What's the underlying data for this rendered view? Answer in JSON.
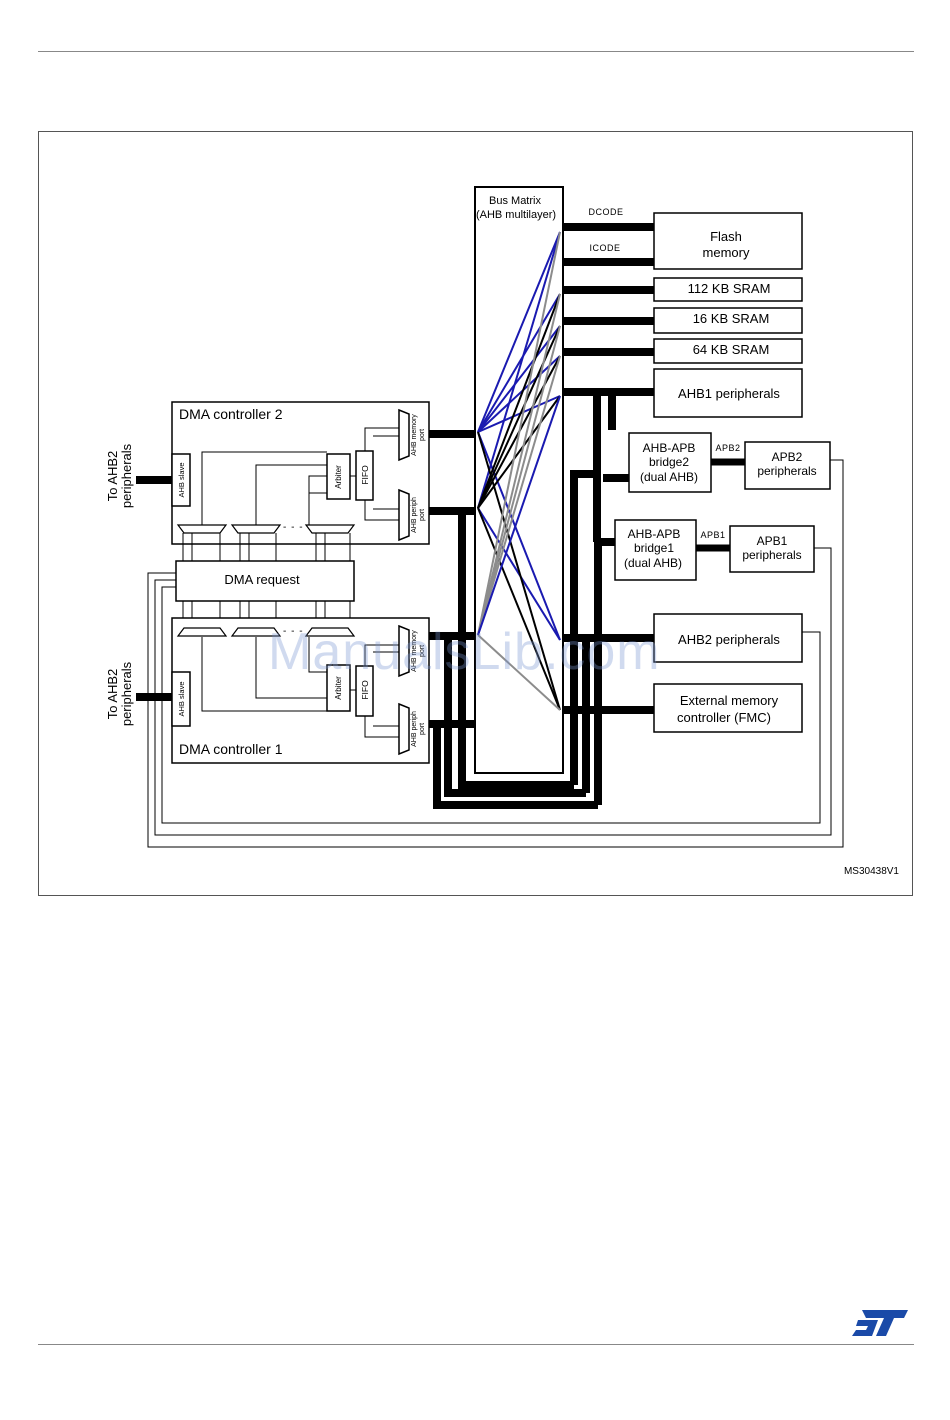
{
  "bus_matrix": {
    "line1": "Bus Matrix",
    "line2": "(AHB multilayer)"
  },
  "bus_labels": {
    "dcode": "DCODE",
    "icode": "ICODE",
    "apb2": "APB2",
    "apb1": "APB1"
  },
  "memories": {
    "flash_line1": "Flash",
    "flash_line2": "memory",
    "sram112": "112 KB SRAM",
    "sram16": "16 KB SRAM",
    "sram64": "64 KB SRAM"
  },
  "peripherals": {
    "ahb1": "AHB1 peripherals",
    "bridge2": [
      "AHB-APB",
      "bridge2",
      "(dual AHB)"
    ],
    "apb2": [
      "APB2",
      "peripherals"
    ],
    "bridge1": [
      "AHB-APB",
      "bridge1",
      "(dual AHB)"
    ],
    "apb1": [
      "APB1",
      "peripherals"
    ],
    "ahb2": "AHB2 peripherals",
    "fmc": [
      "External memory",
      "controller (FMC)"
    ]
  },
  "dma": {
    "controller2": "DMA controller 2",
    "controller1": "DMA controller 1",
    "request": "DMA request",
    "ahb_slave": "AHB slave",
    "arbiter": "Arbiter",
    "fifo": "FIFO",
    "ahb_memory_port": [
      "AHB memory",
      "port"
    ],
    "ahb_periph_port": [
      "AHB periph",
      "port"
    ],
    "to_ahb2": [
      "To AHB2",
      "peripherals"
    ]
  },
  "figure_id": "MS30438V1",
  "watermark": "ManualsLib.com",
  "colors": {
    "black": "#000000",
    "blue": "#1a1ab0",
    "gray": "#8c8c8c"
  }
}
